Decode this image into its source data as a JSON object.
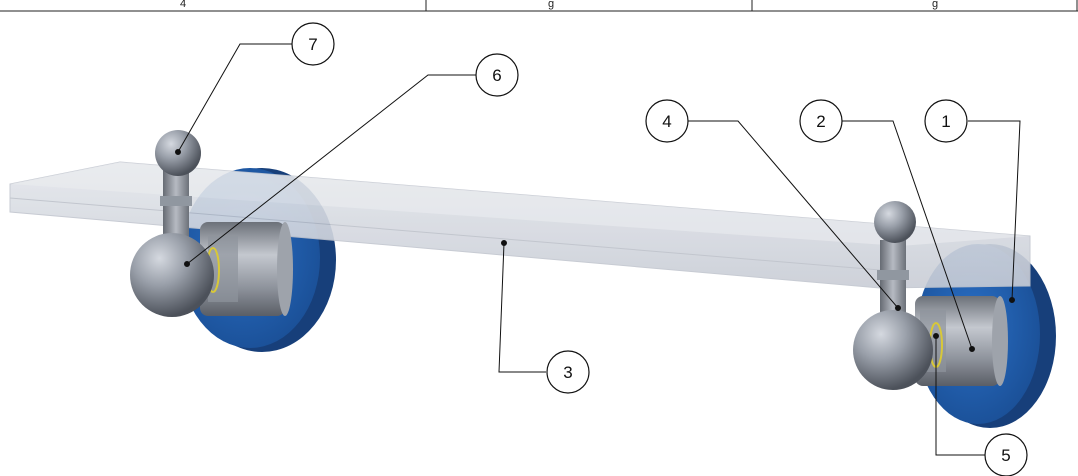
{
  "table_row": {
    "cells": [
      "4",
      "g",
      "g"
    ]
  },
  "balloons": [
    "1",
    "2",
    "3",
    "4",
    "5",
    "6",
    "7"
  ],
  "colors": {
    "flange_blue": "#1f5fb0",
    "metal_gray": "#8a8f99",
    "glass": "#d6dae2",
    "washer_yellow": "#d8c838"
  }
}
